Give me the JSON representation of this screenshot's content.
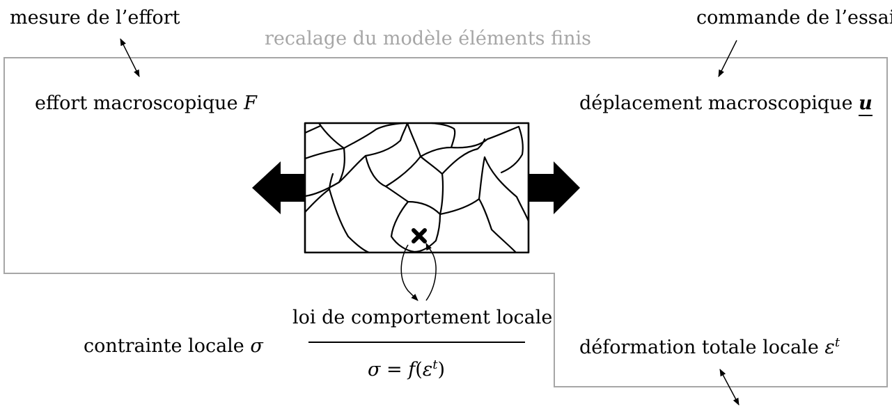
{
  "labels": {
    "force_measure": "mesure de l’effort",
    "test_control": "commande de l’essai",
    "fe_update": "recalage du modèle éléments finis",
    "macro_force": "effort macroscopique",
    "macro_force_symbol": "F",
    "macro_disp": "déplacement macroscopique",
    "macro_disp_symbol": "u",
    "local_law": "loi de comportement locale",
    "local_stress": "contrainte locale",
    "local_stress_symbol": "σ",
    "local_strain": "déformation totale locale",
    "local_strain_symbol": "ε",
    "local_strain_sup": "t",
    "law_lhs": "σ",
    "law_eq": "=",
    "law_f": "f",
    "law_open": "(",
    "law_eps": "ε",
    "law_sup": "t",
    "law_close": ")"
  },
  "colors": {
    "frame": "#a6a6a6",
    "ink": "#000000"
  },
  "icons": {
    "load_arrows": "thick-block-arrow",
    "point": "cross-mark"
  }
}
